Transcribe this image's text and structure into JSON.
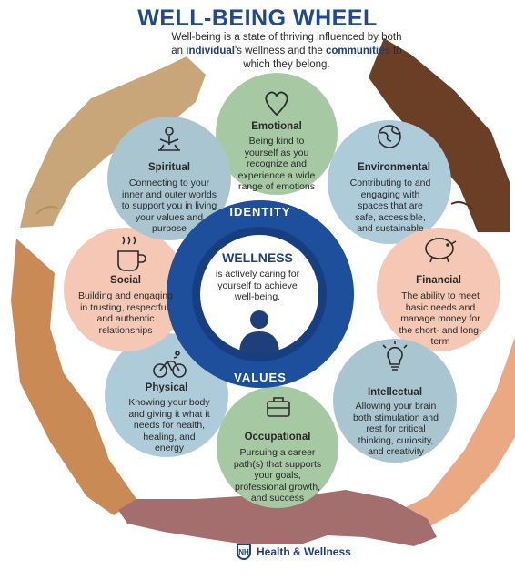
{
  "header": {
    "title": "WELL-BEING WHEEL",
    "subtitle_parts": [
      "Well-being is a state of thriving influenced by both an ",
      "individual",
      "'s wellness and the ",
      "communities",
      " to which they belong."
    ]
  },
  "center": {
    "title": "WELLNESS",
    "description": "is actively caring for yourself to achieve well-being.",
    "ring_top": "IDENTITY",
    "ring_bottom": "VALUES"
  },
  "dimensions": [
    {
      "name": "Emotional",
      "icon": "heart-icon",
      "color": "#a6c9a3",
      "description": "Being kind to yourself as you recognize and experience a wide range of emotions"
    },
    {
      "name": "Environmental",
      "icon": "globe-icon",
      "color": "#aecbd9",
      "description": "Contributing to and engaging with spaces that are safe, accessible, and sustainable"
    },
    {
      "name": "Financial",
      "icon": "piggy-bank-icon",
      "color": "#f4c8b4",
      "description": "The ability to meet basic needs and manage money for the short- and long-term"
    },
    {
      "name": "Intellectual",
      "icon": "lightbulb-icon",
      "color": "#a9c5cf",
      "description": "Allowing your brain both stimulation and rest for critical thinking, curiosity, and creativity"
    },
    {
      "name": "Occupational",
      "icon": "briefcase-icon",
      "color": "#a6c9a3",
      "description": "Pursuing a career path(s) that supports your goals, professional growth, and success"
    },
    {
      "name": "Physical",
      "icon": "bicycle-icon",
      "color": "#aecbd9",
      "description": "Knowing your body and giving it what it needs for health, healing, and energy"
    },
    {
      "name": "Social",
      "icon": "coffee-cup-icon",
      "color": "#f4c8b4",
      "description": "Building and engaging in trusting, respectful, and authentic relationships"
    },
    {
      "name": "Spiritual",
      "icon": "meditation-icon",
      "color": "#a9c5cf",
      "description": "Connecting to your inner and outer worlds to support you in living your values and purpose"
    }
  ],
  "footer": {
    "org": "Health & Wellness",
    "logo_text": "NH"
  },
  "colors": {
    "title_blue": "#1f4a93",
    "ring_blue": "#1d4f9c",
    "ring_dark": "#173f80",
    "person": "#1f3f7a",
    "hand_tan": "#c9a57a",
    "hand_brown": "#6b3e26",
    "hand_light": "#eaa983",
    "hand_mauve": "#a56e6e",
    "hand_caramel": "#c98a55"
  }
}
